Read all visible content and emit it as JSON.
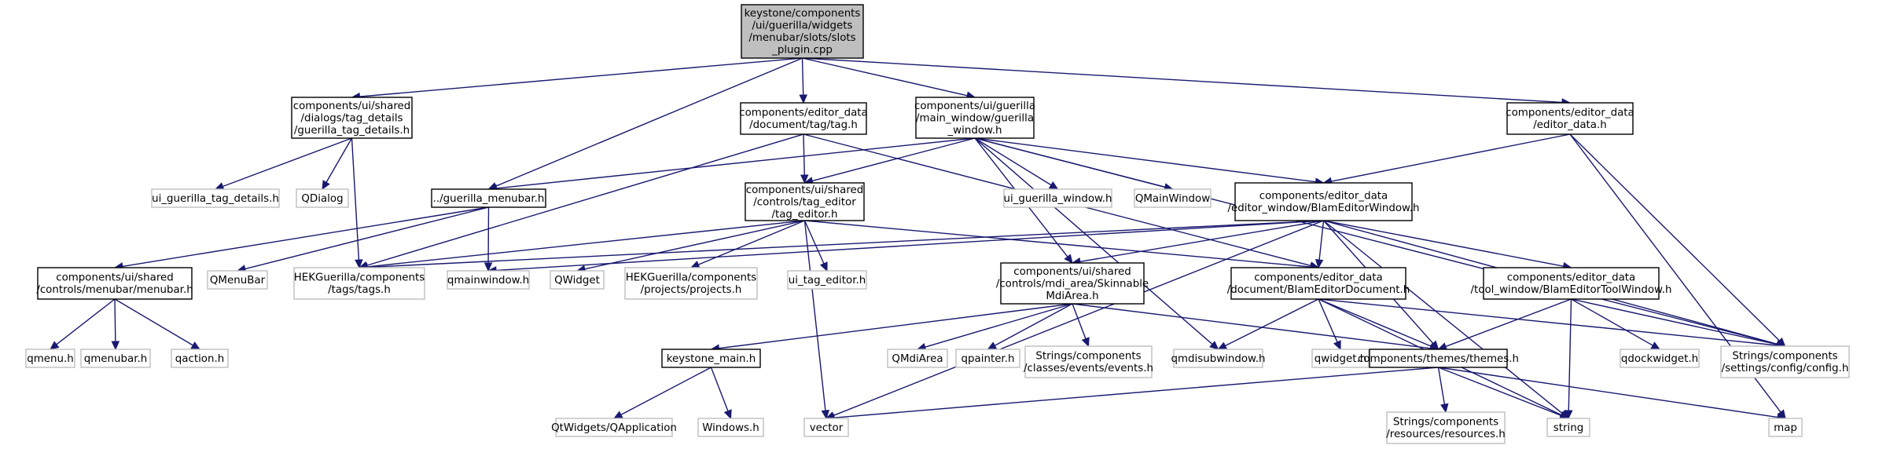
{
  "diagram": {
    "nodes": [
      {
        "id": "slots_plugin",
        "lines": [
          "keystone/components",
          "/ui/guerilla/widgets",
          "/menubar/slots/slots",
          "_plugin.cpp"
        ],
        "style": "root"
      },
      {
        "id": "tag_details",
        "lines": [
          "components/ui/shared",
          "/dialogs/tag_details",
          "/guerilla_tag_details.h"
        ],
        "style": "internal"
      },
      {
        "id": "tag_h",
        "lines": [
          "components/editor_data",
          "/document/tag/tag.h"
        ],
        "style": "internal"
      },
      {
        "id": "guerilla_window",
        "lines": [
          "components/ui/guerilla",
          "/main_window/guerilla",
          "_window.h"
        ],
        "style": "internal"
      },
      {
        "id": "editor_data_h",
        "lines": [
          "components/editor_data",
          "/editor_data.h"
        ],
        "style": "internal"
      },
      {
        "id": "ui_tag_details",
        "lines": [
          "ui_guerilla_tag_details.h"
        ],
        "style": "external"
      },
      {
        "id": "qdialog",
        "lines": [
          "QDialog"
        ],
        "style": "external"
      },
      {
        "id": "guerilla_menubar",
        "lines": [
          "../guerilla_menubar.h"
        ],
        "style": "internal"
      },
      {
        "id": "tag_editor",
        "lines": [
          "components/ui/shared",
          "/controls/tag_editor",
          "/tag_editor.h"
        ],
        "style": "internal"
      },
      {
        "id": "ui_guerilla_window",
        "lines": [
          "ui_guerilla_window.h"
        ],
        "style": "external"
      },
      {
        "id": "qmainwindow_c",
        "lines": [
          "QMainWindow"
        ],
        "style": "external"
      },
      {
        "id": "blam_editor_window",
        "lines": [
          "components/editor_data",
          "/editor_window/BlamEditorWindow.h"
        ],
        "style": "internal"
      },
      {
        "id": "menubar_h",
        "lines": [
          "components/ui/shared",
          "/controls/menubar/menubar.h"
        ],
        "style": "internal"
      },
      {
        "id": "qmenubar_c",
        "lines": [
          "QMenuBar"
        ],
        "style": "external"
      },
      {
        "id": "tags_h",
        "lines": [
          "HEKGuerilla/components",
          "/tags/tags.h"
        ],
        "style": "external"
      },
      {
        "id": "qmainwindow_h",
        "lines": [
          "qmainwindow.h"
        ],
        "style": "external"
      },
      {
        "id": "qwidget_c",
        "lines": [
          "QWidget"
        ],
        "style": "external"
      },
      {
        "id": "projects_h",
        "lines": [
          "HEKGuerilla/components",
          "/projects/projects.h"
        ],
        "style": "external"
      },
      {
        "id": "ui_tag_editor",
        "lines": [
          "ui_tag_editor.h"
        ],
        "style": "external"
      },
      {
        "id": "skinnable",
        "lines": [
          "components/ui/shared",
          "/controls/mdi_area/Skinnable",
          "MdiArea.h"
        ],
        "style": "internal"
      },
      {
        "id": "blam_editor_doc",
        "lines": [
          "components/editor_data",
          "/document/BlamEditorDocument.h"
        ],
        "style": "internal"
      },
      {
        "id": "blam_tool_window",
        "lines": [
          "components/editor_data",
          "/tool_window/BlamEditorToolWindow.h"
        ],
        "style": "internal"
      },
      {
        "id": "qmenu_h",
        "lines": [
          "qmenu.h"
        ],
        "style": "external"
      },
      {
        "id": "qmenubar_h",
        "lines": [
          "qmenubar.h"
        ],
        "style": "external"
      },
      {
        "id": "qaction_h",
        "lines": [
          "qaction.h"
        ],
        "style": "external"
      },
      {
        "id": "keystone_main",
        "lines": [
          "keystone_main.h"
        ],
        "style": "internal"
      },
      {
        "id": "qmdiarea",
        "lines": [
          "QMdiArea"
        ],
        "style": "external"
      },
      {
        "id": "qpainter",
        "lines": [
          "qpainter.h"
        ],
        "style": "external"
      },
      {
        "id": "events_h",
        "lines": [
          "Strings/components",
          "/classes/events/events.h"
        ],
        "style": "external"
      },
      {
        "id": "qmdisubwindow",
        "lines": [
          "qmdisubwindow.h"
        ],
        "style": "external"
      },
      {
        "id": "qwidget_h",
        "lines": [
          "qwidget.h"
        ],
        "style": "external"
      },
      {
        "id": "themes_h",
        "lines": [
          "components/themes/themes.h"
        ],
        "style": "internal"
      },
      {
        "id": "qdockwidget",
        "lines": [
          "qdockwidget.h"
        ],
        "style": "external"
      },
      {
        "id": "config_h",
        "lines": [
          "Strings/components",
          "/settings/config/config.h"
        ],
        "style": "external"
      },
      {
        "id": "qapplication",
        "lines": [
          "QtWidgets/QApplication"
        ],
        "style": "external"
      },
      {
        "id": "windows_h",
        "lines": [
          "Windows.h"
        ],
        "style": "external"
      },
      {
        "id": "vector",
        "lines": [
          "vector"
        ],
        "style": "external"
      },
      {
        "id": "resources_h",
        "lines": [
          "Strings/components",
          "/resources/resources.h"
        ],
        "style": "external"
      },
      {
        "id": "string",
        "lines": [
          "string"
        ],
        "style": "external"
      },
      {
        "id": "map",
        "lines": [
          "map"
        ],
        "style": "external"
      }
    ],
    "edges": [
      [
        "slots_plugin",
        "tag_details"
      ],
      [
        "slots_plugin",
        "guerilla_menubar"
      ],
      [
        "slots_plugin",
        "tag_h"
      ],
      [
        "slots_plugin",
        "guerilla_window"
      ],
      [
        "slots_plugin",
        "editor_data_h"
      ],
      [
        "tag_details",
        "ui_tag_details"
      ],
      [
        "tag_details",
        "qdialog"
      ],
      [
        "tag_details",
        "tags_h"
      ],
      [
        "tag_h",
        "tags_h"
      ],
      [
        "tag_h",
        "tag_editor"
      ],
      [
        "tag_h",
        "blam_editor_doc"
      ],
      [
        "guerilla_window",
        "guerilla_menubar"
      ],
      [
        "guerilla_window",
        "tag_editor"
      ],
      [
        "guerilla_window",
        "ui_guerilla_window"
      ],
      [
        "guerilla_window",
        "qmainwindow_c"
      ],
      [
        "guerilla_window",
        "blam_editor_window"
      ],
      [
        "guerilla_window",
        "skinnable"
      ],
      [
        "guerilla_window",
        "qmdisubwindow"
      ],
      [
        "guerilla_window",
        "config_h"
      ],
      [
        "editor_data_h",
        "blam_editor_window"
      ],
      [
        "editor_data_h",
        "config_h"
      ],
      [
        "editor_data_h",
        "map"
      ],
      [
        "guerilla_menubar",
        "menubar_h"
      ],
      [
        "guerilla_menubar",
        "qmenubar_c"
      ],
      [
        "guerilla_menubar",
        "qmainwindow_h"
      ],
      [
        "tag_editor",
        "tags_h"
      ],
      [
        "tag_editor",
        "qwidget_c"
      ],
      [
        "tag_editor",
        "projects_h"
      ],
      [
        "tag_editor",
        "ui_tag_editor"
      ],
      [
        "tag_editor",
        "blam_editor_doc"
      ],
      [
        "tag_editor",
        "vector"
      ],
      [
        "blam_editor_window",
        "tags_h"
      ],
      [
        "blam_editor_window",
        "qmainwindow_h"
      ],
      [
        "blam_editor_window",
        "skinnable"
      ],
      [
        "blam_editor_window",
        "blam_editor_doc"
      ],
      [
        "blam_editor_window",
        "blam_tool_window"
      ],
      [
        "blam_editor_window",
        "themes_h"
      ],
      [
        "blam_editor_window",
        "config_h"
      ],
      [
        "blam_editor_window",
        "vector"
      ],
      [
        "blam_editor_window",
        "string"
      ],
      [
        "menubar_h",
        "qmenu_h"
      ],
      [
        "menubar_h",
        "qmenubar_h"
      ],
      [
        "menubar_h",
        "qaction_h"
      ],
      [
        "skinnable",
        "keystone_main"
      ],
      [
        "skinnable",
        "qmdiarea"
      ],
      [
        "skinnable",
        "qpainter"
      ],
      [
        "skinnable",
        "events_h"
      ],
      [
        "skinnable",
        "themes_h"
      ],
      [
        "blam_editor_doc",
        "qmdisubwindow"
      ],
      [
        "blam_editor_doc",
        "qwidget_h"
      ],
      [
        "blam_editor_doc",
        "themes_h"
      ],
      [
        "blam_editor_doc",
        "config_h"
      ],
      [
        "blam_editor_doc",
        "string"
      ],
      [
        "blam_tool_window",
        "themes_h"
      ],
      [
        "blam_tool_window",
        "qdockwidget"
      ],
      [
        "blam_tool_window",
        "config_h"
      ],
      [
        "blam_tool_window",
        "string"
      ],
      [
        "keystone_main",
        "qapplication"
      ],
      [
        "keystone_main",
        "windows_h"
      ],
      [
        "themes_h",
        "vector"
      ],
      [
        "themes_h",
        "resources_h"
      ],
      [
        "themes_h",
        "string"
      ],
      [
        "themes_h",
        "map"
      ]
    ]
  },
  "colors": {
    "edge": "#191970",
    "root_fill": "#bfbfbf",
    "internal_fill": "#ffffff",
    "internal_border": "#000000",
    "external_border": "#bfbfbf",
    "text": "#000000"
  }
}
